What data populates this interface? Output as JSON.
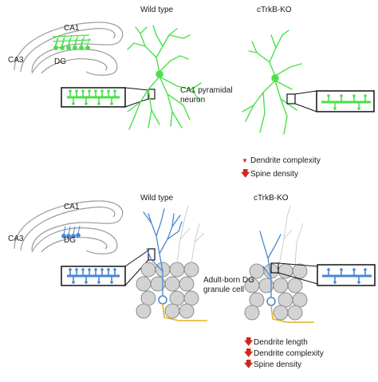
{
  "colors": {
    "ca1_neuron": "#4be04b",
    "granule_cell": "#4a86d0",
    "down_arrow": "#d0271d",
    "axon": "#e3b21e",
    "hippocampus_outline": "#9a9a9a",
    "cell_body": "#d3d3d3"
  },
  "top": {
    "regions": {
      "ca1": "CA1",
      "ca3": "CA3",
      "dg": "DG"
    },
    "titles": {
      "wild_type": "Wild type",
      "ko": "cTrkB-KO"
    },
    "neuron_label": {
      "line1": "CA1 pyramidal",
      "line2": "neuron"
    },
    "effects": [
      {
        "icon": "small-down-arrow-icon",
        "text": "Dendrite complexity"
      },
      {
        "icon": "down-arrow-icon",
        "text": "Spine density"
      }
    ]
  },
  "bottom": {
    "regions": {
      "ca1": "CA1",
      "ca3": "CA3",
      "dg": "DG"
    },
    "titles": {
      "wild_type": "Wild type",
      "ko": "cTrkB-KO"
    },
    "cell_label": {
      "line1": "Adult-born DG",
      "line2": "granule cell"
    },
    "effects": [
      {
        "icon": "down-arrow-icon",
        "text": "Dendrite length"
      },
      {
        "icon": "down-arrow-icon",
        "text": "Dendrite complexity"
      },
      {
        "icon": "down-arrow-icon",
        "text": "Spine density"
      }
    ]
  }
}
